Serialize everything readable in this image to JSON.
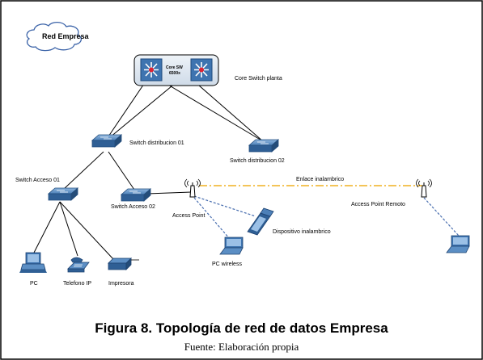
{
  "labels": {
    "cloud": "Red Empresa",
    "core_inner_1": "Core SW",
    "core_inner_2": "6500x",
    "core": "Core Switch planta",
    "dist1": "Switch distribucion 01",
    "dist2": "Switch distribucion 02",
    "acc1": "Switch Acceso 01",
    "acc2": "Switch Acceso 02",
    "ap": "Access Point",
    "wireless_link": "Enlace inalambrico",
    "ap_remote": "Access Point Remoto",
    "pda": "Dispositivo inalambrico",
    "pc": "PC",
    "phone": "Telefono IP",
    "printer": "Impresora",
    "pc_wireless": "PC wireless"
  },
  "caption": "Figura 8.  Topología de red de datos Empresa",
  "source": "Fuente: Elaboración propia",
  "colors": {
    "wireless_link": "#f0b020",
    "wireless_client_link": "#4a6fb0",
    "device_fill": "#5b8ec4",
    "device_dark": "#2f5f95",
    "core_box": "#dde7f1",
    "cloud_stroke": "#3b63a8"
  },
  "icons": {
    "core_switch": "core-switch-icon",
    "switch": "switch-icon",
    "access_point": "access-point-icon",
    "pc": "pc-icon",
    "laptop": "laptop-icon",
    "ip_phone": "ip-phone-icon",
    "printer": "printer-icon",
    "pda": "pda-icon",
    "cloud": "cloud-icon"
  }
}
